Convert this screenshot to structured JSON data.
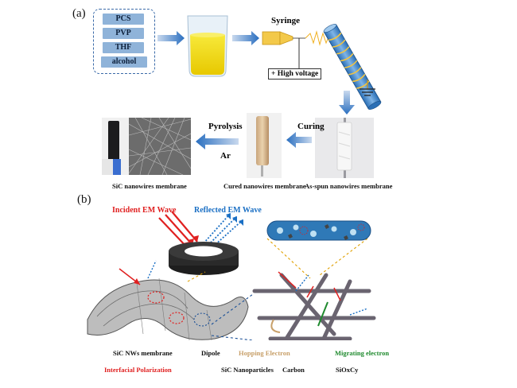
{
  "panel_a": {
    "label": "(a)",
    "chemicals": [
      "PCS",
      "PVP",
      "THF",
      "alcohol"
    ],
    "syringe_label": "Syringe",
    "voltage_label": "+ High voltage",
    "pyrolysis_label": "Pyrolysis",
    "ar_label": "Ar",
    "curing_label": "Curing",
    "captions": {
      "sic": "SiC nanowires membrane",
      "cured": "Cured nanowires membrane",
      "asspun": "As-spun nanowires membrane"
    }
  },
  "panel_b": {
    "label": "(b)",
    "incident_label": "Incident EM Wave",
    "reflected_label": "Reflected EM Wave",
    "legend": {
      "membrane": "SiC NWs membrane",
      "dipole": "Dipole",
      "hopping": "Hopping Electron",
      "migrating": "Migrating electron",
      "interfacial": "Interfacial Polarization",
      "nanoparticles": "SiC Nanoparticles",
      "carbon": "Carbon",
      "sioxcy": "SiOxCy"
    }
  },
  "colors": {
    "incident": "#e02020",
    "reflected": "#1a6fc4",
    "hopping": "#c8a06a",
    "migrating": "#1f8a2e",
    "interfacial": "#e02020",
    "arrow_blue": "#2a6fc0"
  }
}
